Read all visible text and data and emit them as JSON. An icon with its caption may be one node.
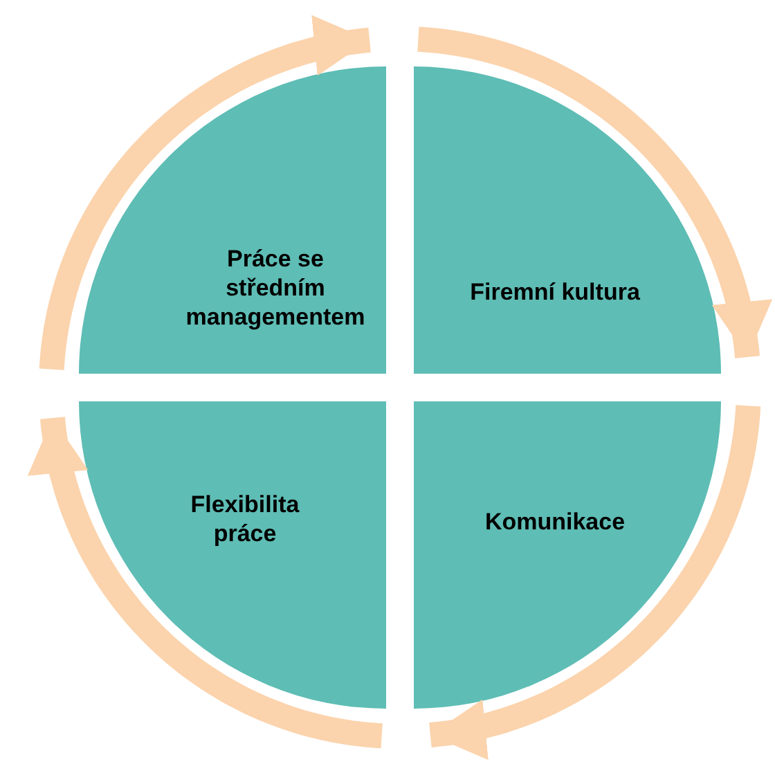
{
  "diagram": {
    "nodes": [
      {
        "text": [
          "Práce se středním managementem"
        ]
      },
      {
        "text": [
          "Firemní kultura"
        ]
      },
      {
        "text": [
          "Flexibilita práce"
        ]
      },
      {
        "text": [
          "Komunikace"
        ]
      }
    ]
  }
}
